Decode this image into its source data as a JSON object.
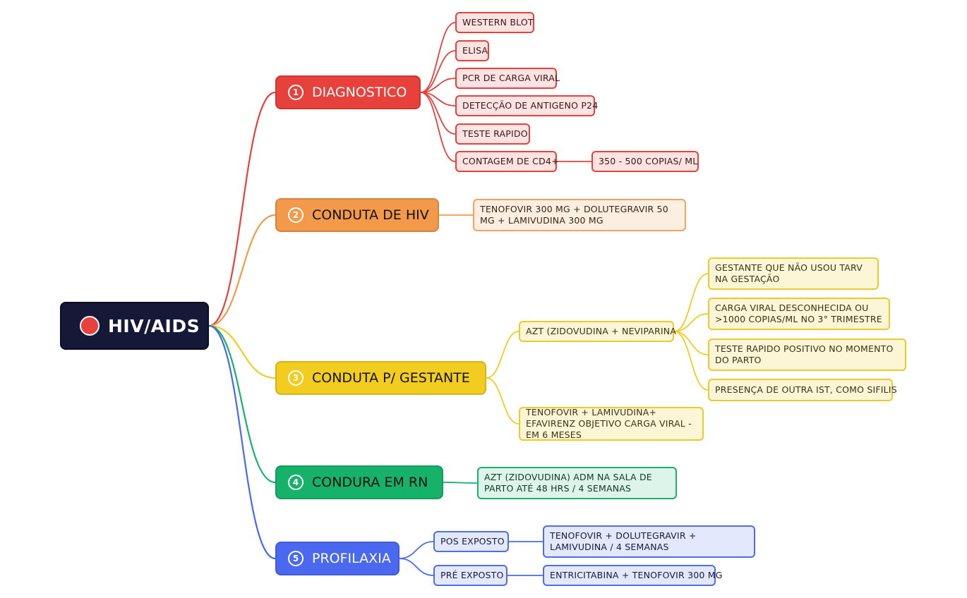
{
  "colors": {
    "root": "#151836",
    "red": "#e8403a",
    "orange": "#f2994a",
    "yellow": "#f2cd1f",
    "green": "#16b26a",
    "blue": "#4a69f0"
  },
  "root": {
    "title": "HIV/AIDS"
  },
  "branches": [
    {
      "number": "1",
      "label": "DIAGNOSTICO",
      "items": [
        "WESTERN BLOT",
        "ELISA",
        "PCR DE CARGA VIRAL",
        "DETECÇÃO DE ANTIGENO P24",
        "TESTE RAPIDO",
        "CONTAGEM DE CD4+"
      ],
      "cd4_detail": "350 - 500 COPIAS/ ML"
    },
    {
      "number": "2",
      "label": "CONDUTA DE HIV",
      "items": [
        "TENOFOVIR 300 MG + DOLUTEGRAVIR 50 MG + LAMIVUDINA 300 MG"
      ]
    },
    {
      "number": "3",
      "label": "CONDUTA P/ GESTANTE",
      "items": [
        "AZT (ZIDOVUDINA + NEVIPARINA",
        "TENOFOVIR + LAMIVUDINA+ EFAVIRENZ OBJETIVO CARGA VIRAL - EM 6 MESES"
      ],
      "azt_details": [
        "GESTANTE QUE NÃO USOU TARV NA GESTAÇÃO",
        "CARGA VIRAL DESCONHECIDA OU >1000 COPIAS/ML NO 3° TRIMESTRE",
        "TESTE RAPIDO POSITIVO NO MOMENTO DO PARTO",
        "PRESENÇA DE OUTRA IST, COMO SIFILIS"
      ]
    },
    {
      "number": "4",
      "label": "CONDURA EM RN",
      "items": [
        "AZT (ZIDOVUDINA) ADM NA SALA DE PARTO ATÉ 48 HRS / 4 SEMANAS"
      ]
    },
    {
      "number": "5",
      "label": "PROFILAXIA",
      "items": [
        "POS EXPOSTO",
        "PRÉ EXPOSTO"
      ],
      "details": [
        "TENOFOVIR + DOLUTEGRAVIR + LAMIVUDINA / 4 SEMANAS",
        "ENTRICITABINA + TENOFOVIR 300 MG"
      ]
    }
  ]
}
